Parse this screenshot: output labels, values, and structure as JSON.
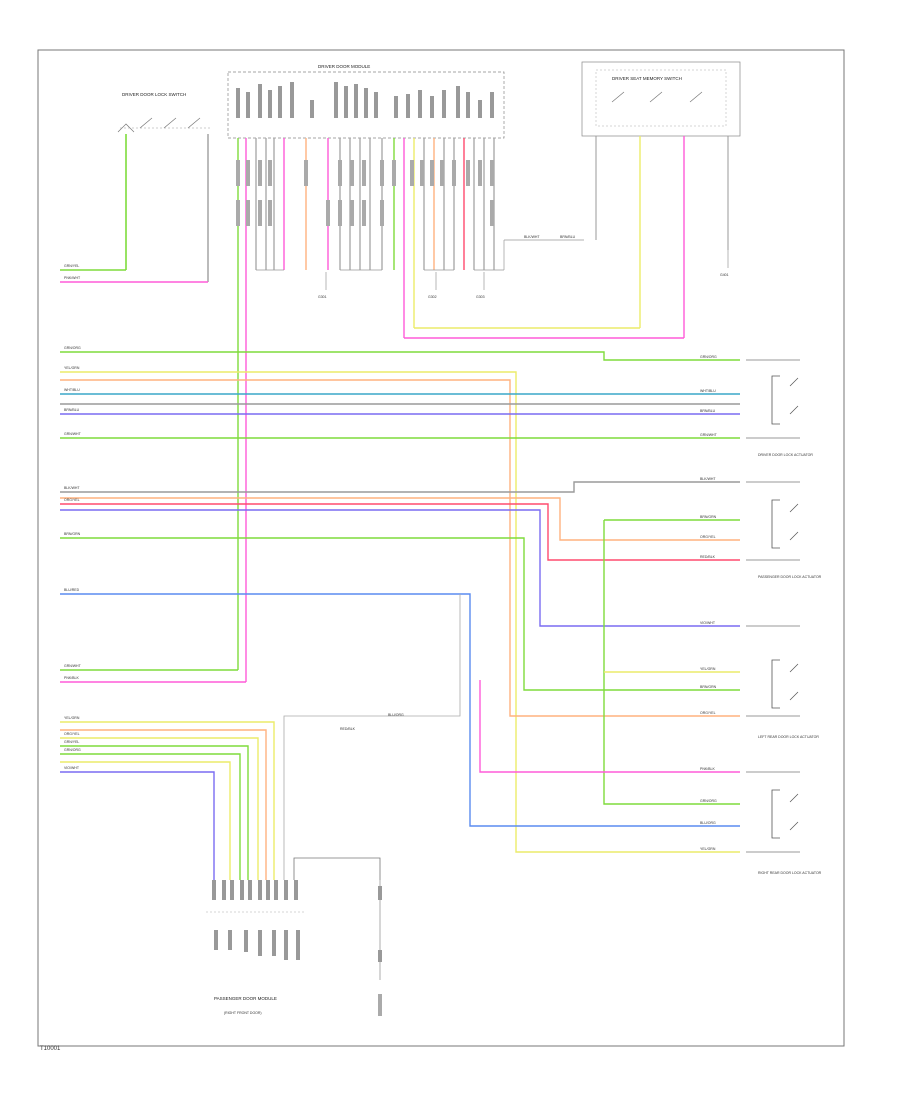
{
  "colors": {
    "green": "#7fdc3c",
    "pink": "#ff5bd8",
    "yellow": "#ecec6a",
    "orange": "#ffb27f",
    "blue": "#5a8cf0",
    "violet": "#7a6cf2",
    "red": "#ff4b6e",
    "teal": "#3aa7c8",
    "gray": "#9a9a9a",
    "frame": "#777777"
  },
  "labels": {
    "top_left_switch_title": "DRIVER DOOR LOCK SWITCH",
    "central_module_title": "DRIVER DOOR MODULE",
    "right_module_title": "DRIVER SEAT MEMORY SWITCH",
    "lower_module_title": "PASSENGER DOOR MODULE",
    "lower_module_subtitle": "(RIGHT FRONT DOOR)",
    "door_lf_title": "DRIVER DOOR LOCK ACTUATOR",
    "door_rf_title": "PASSENGER DOOR LOCK ACTUATOR",
    "door_lr_title": "LEFT REAR DOOR LOCK ACTUATOR",
    "door_rr_title": "RIGHT REAR DOOR LOCK ACTUATOR",
    "ground_a": "G301",
    "ground_b": "G302",
    "ground_c": "G303",
    "ground_d": "G401",
    "footer_code": "T10001"
  },
  "wires": {
    "w1": "GRN/YEL",
    "w2": "PNK/WHT",
    "w3": "GRN/ORG",
    "w4": "YEL/GRN",
    "w5": "WHT/BLU",
    "w6": "BRN/BLU",
    "w7": "BLU/RED",
    "w8": "GRN/WHT",
    "w9": "PNK/BLK",
    "w10": "VIO/WHT",
    "w11": "RED/BLK",
    "w12": "BLU/ORG",
    "w13": "ORG/YEL",
    "w14": "BRN/GRN",
    "w15": "BLK/WHT"
  }
}
